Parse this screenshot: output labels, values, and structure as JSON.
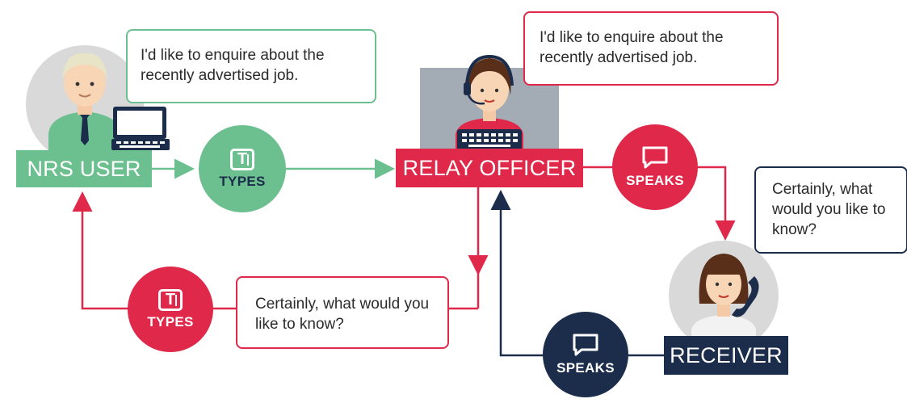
{
  "colors": {
    "green": "#6cbf8f",
    "red": "#e0294a",
    "navy": "#1b2d4a",
    "grey": "#d9d9d9"
  },
  "nodes": {
    "nrs_user": "NRS USER",
    "relay_officer": "RELAY OFFICER",
    "receiver": "RECEIVER"
  },
  "actions": {
    "types_top": "TYPES",
    "speaks_top": "SPEAKS",
    "types_bottom": "TYPES",
    "speaks_bottom": "SPEAKS"
  },
  "bubbles": {
    "nrs_user_message": "I'd like to enquire about the recently advertised job.",
    "relay_officer_message": "I'd like to enquire about the recently advertised job.",
    "receiver_reply": "Certainly, what would you like to know?",
    "relay_typed_reply": "Certainly, what would you like to know?"
  },
  "icons": [
    "person-icon",
    "laptop-icon",
    "headset-operator-icon",
    "keyboard-icon",
    "phone-receiver-icon",
    "text-type-icon",
    "speech-bubble-icon"
  ]
}
